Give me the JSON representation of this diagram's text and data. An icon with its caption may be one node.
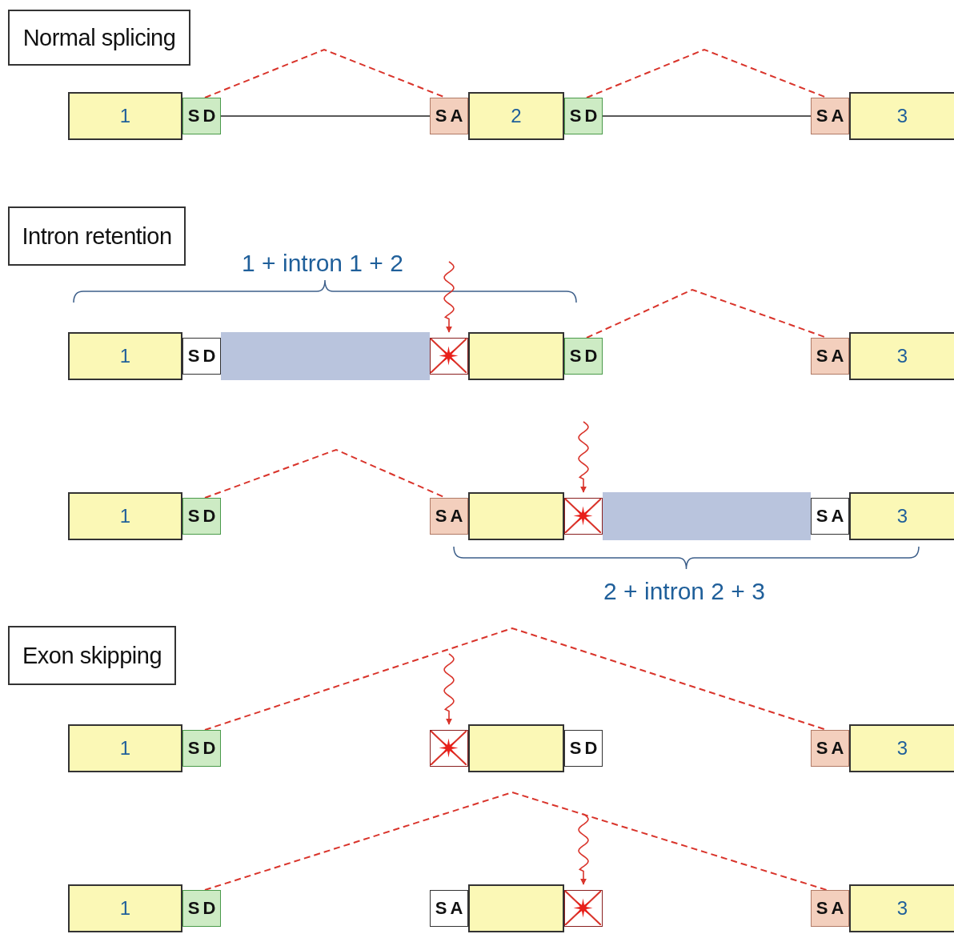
{
  "diagram": {
    "nodes": [
      {
        "text": [
          "Normal splicing"
        ]
      },
      {
        "text": [
          "1"
        ]
      },
      {
        "text": [
          "SD"
        ]
      },
      {
        "text": [
          "SA"
        ]
      },
      {
        "text": [
          "2"
        ]
      },
      {
        "text": [
          "SD"
        ]
      },
      {
        "text": [
          "SA"
        ]
      },
      {
        "text": [
          "3"
        ]
      },
      {
        "text": [
          "Intron retention"
        ]
      },
      {
        "text": [
          "1"
        ]
      },
      {
        "text": [
          "SD"
        ]
      },
      {
        "text": [],
        "shape": "bar"
      },
      {
        "text": [],
        "shape": "box"
      },
      {
        "text": [],
        "shape": "box"
      },
      {
        "text": [
          "SD"
        ]
      },
      {
        "text": [
          "SA"
        ]
      },
      {
        "text": [
          "3"
        ]
      },
      {
        "text": [
          "1"
        ]
      },
      {
        "text": [
          "SD"
        ]
      },
      {
        "text": [
          "SA"
        ]
      },
      {
        "text": [],
        "shape": "box"
      },
      {
        "text": [],
        "shape": "box"
      },
      {
        "text": [],
        "shape": "bar"
      },
      {
        "text": [
          "SA"
        ]
      },
      {
        "text": [
          "3"
        ]
      },
      {
        "text": [
          "Exon skipping"
        ]
      },
      {
        "text": [
          "1"
        ]
      },
      {
        "text": [
          "SD"
        ]
      },
      {
        "text": [],
        "shape": "box"
      },
      {
        "text": [],
        "shape": "box"
      },
      {
        "text": [
          "SD"
        ]
      },
      {
        "text": [
          "SA"
        ]
      },
      {
        "text": [
          "3"
        ]
      },
      {
        "text": [
          "1"
        ]
      },
      {
        "text": [
          "SD"
        ]
      },
      {
        "text": [
          "SA"
        ]
      },
      {
        "text": [],
        "shape": "box"
      },
      {
        "text": [],
        "shape": "box"
      },
      {
        "text": [
          "SA"
        ]
      },
      {
        "text": [
          "3"
        ]
      }
    ],
    "edges": [
      {
        "from": 2,
        "to": 3,
        "arrow": "none",
        "style": "dashed"
      },
      {
        "from": 2,
        "to": 3,
        "arrow": "none",
        "color": "#222222"
      },
      {
        "from": 5,
        "to": 6,
        "arrow": "none",
        "style": "dashed"
      },
      {
        "from": 5,
        "to": 6,
        "arrow": "none",
        "color": "#222222"
      },
      {
        "from": 14,
        "to": 15,
        "arrow": "none",
        "style": "dashed"
      },
      {
        "from": null,
        "to": 12,
        "arrow": "to"
      },
      {
        "from": 18,
        "to": 19,
        "arrow": "none",
        "style": "dashed"
      },
      {
        "from": null,
        "to": 21,
        "arrow": "to"
      },
      {
        "from": 27,
        "to": 31,
        "arrow": "none",
        "style": "dashed"
      },
      {
        "from": null,
        "to": 28,
        "arrow": "to"
      },
      {
        "from": 34,
        "to": 38,
        "arrow": "none",
        "style": "dashed"
      },
      {
        "from": null,
        "to": 37,
        "arrow": "to"
      }
    ],
    "labels": [
      "1 + intron 1 + 2",
      "2 + intron 2 + 3"
    ]
  }
}
